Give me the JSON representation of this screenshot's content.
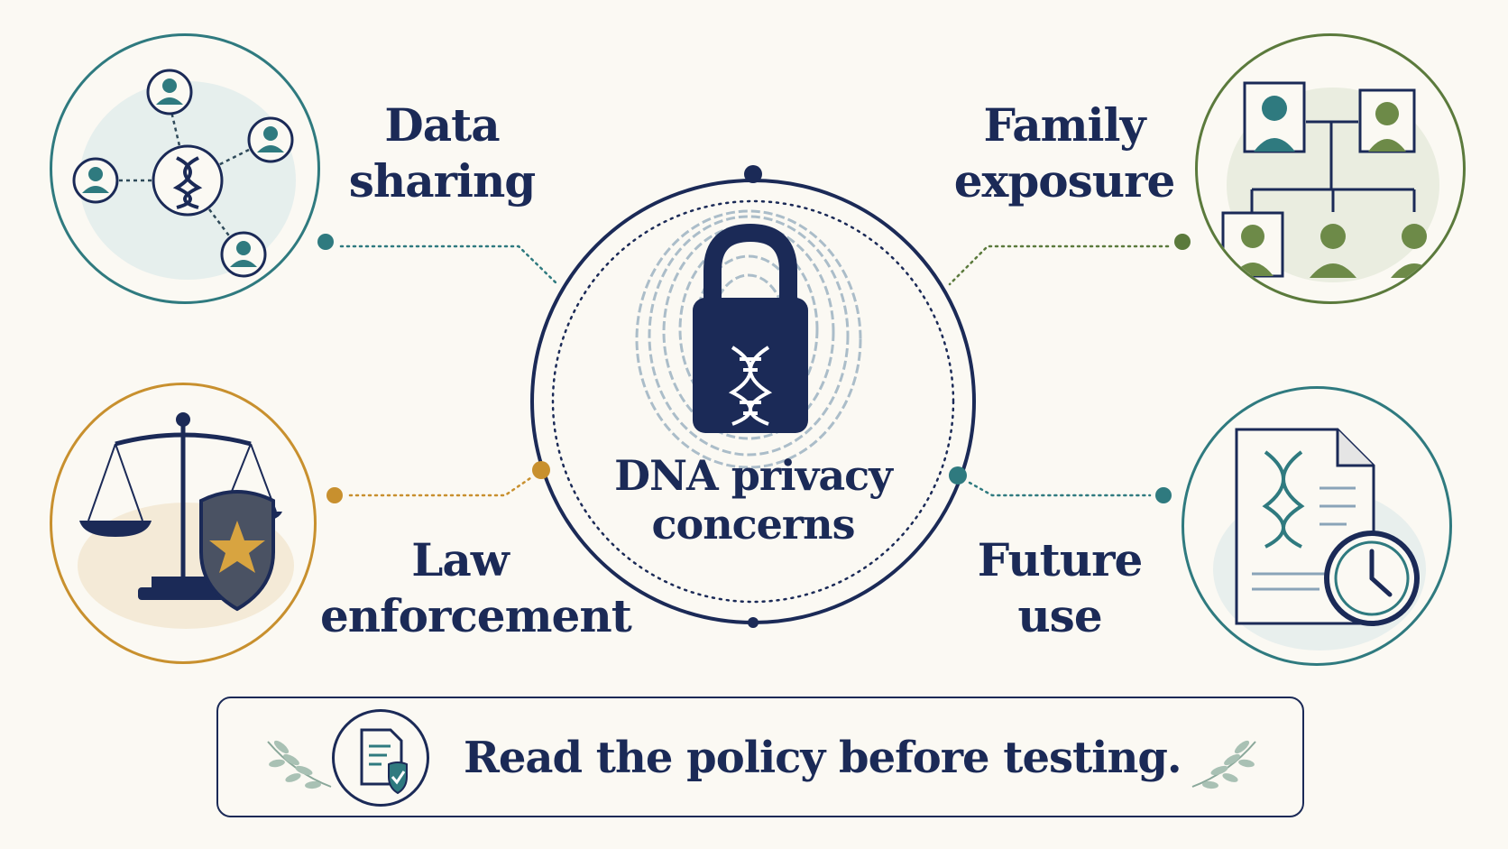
{
  "center": {
    "title_line1": "DNA privacy",
    "title_line2": "concerns"
  },
  "concerns": {
    "data_sharing": {
      "line1": "Data",
      "line2": "sharing",
      "color": "#2f7a7f"
    },
    "family_exposure": {
      "line1": "Family",
      "line2": "exposure",
      "color": "#5b7a3c"
    },
    "law_enforcement": {
      "line1": "Law",
      "line2": "enforcement",
      "color": "#c8902e"
    },
    "future_use": {
      "line1": "Future",
      "line2": "use",
      "color": "#2f7a7f"
    }
  },
  "banner": {
    "text": "Read the policy before testing."
  },
  "icons": {
    "data_sharing": "network-dna-icon",
    "family_exposure": "family-tree-icon",
    "law_enforcement": "scales-shield-icon",
    "future_use": "document-clock-icon",
    "center": "fingerprint-lock-icon",
    "banner": "policy-check-icon"
  },
  "colors": {
    "navy": "#1b2a57",
    "teal": "#2f7a7f",
    "olive": "#5b7a3c",
    "gold": "#c8902e",
    "background": "#fbf9f3"
  }
}
